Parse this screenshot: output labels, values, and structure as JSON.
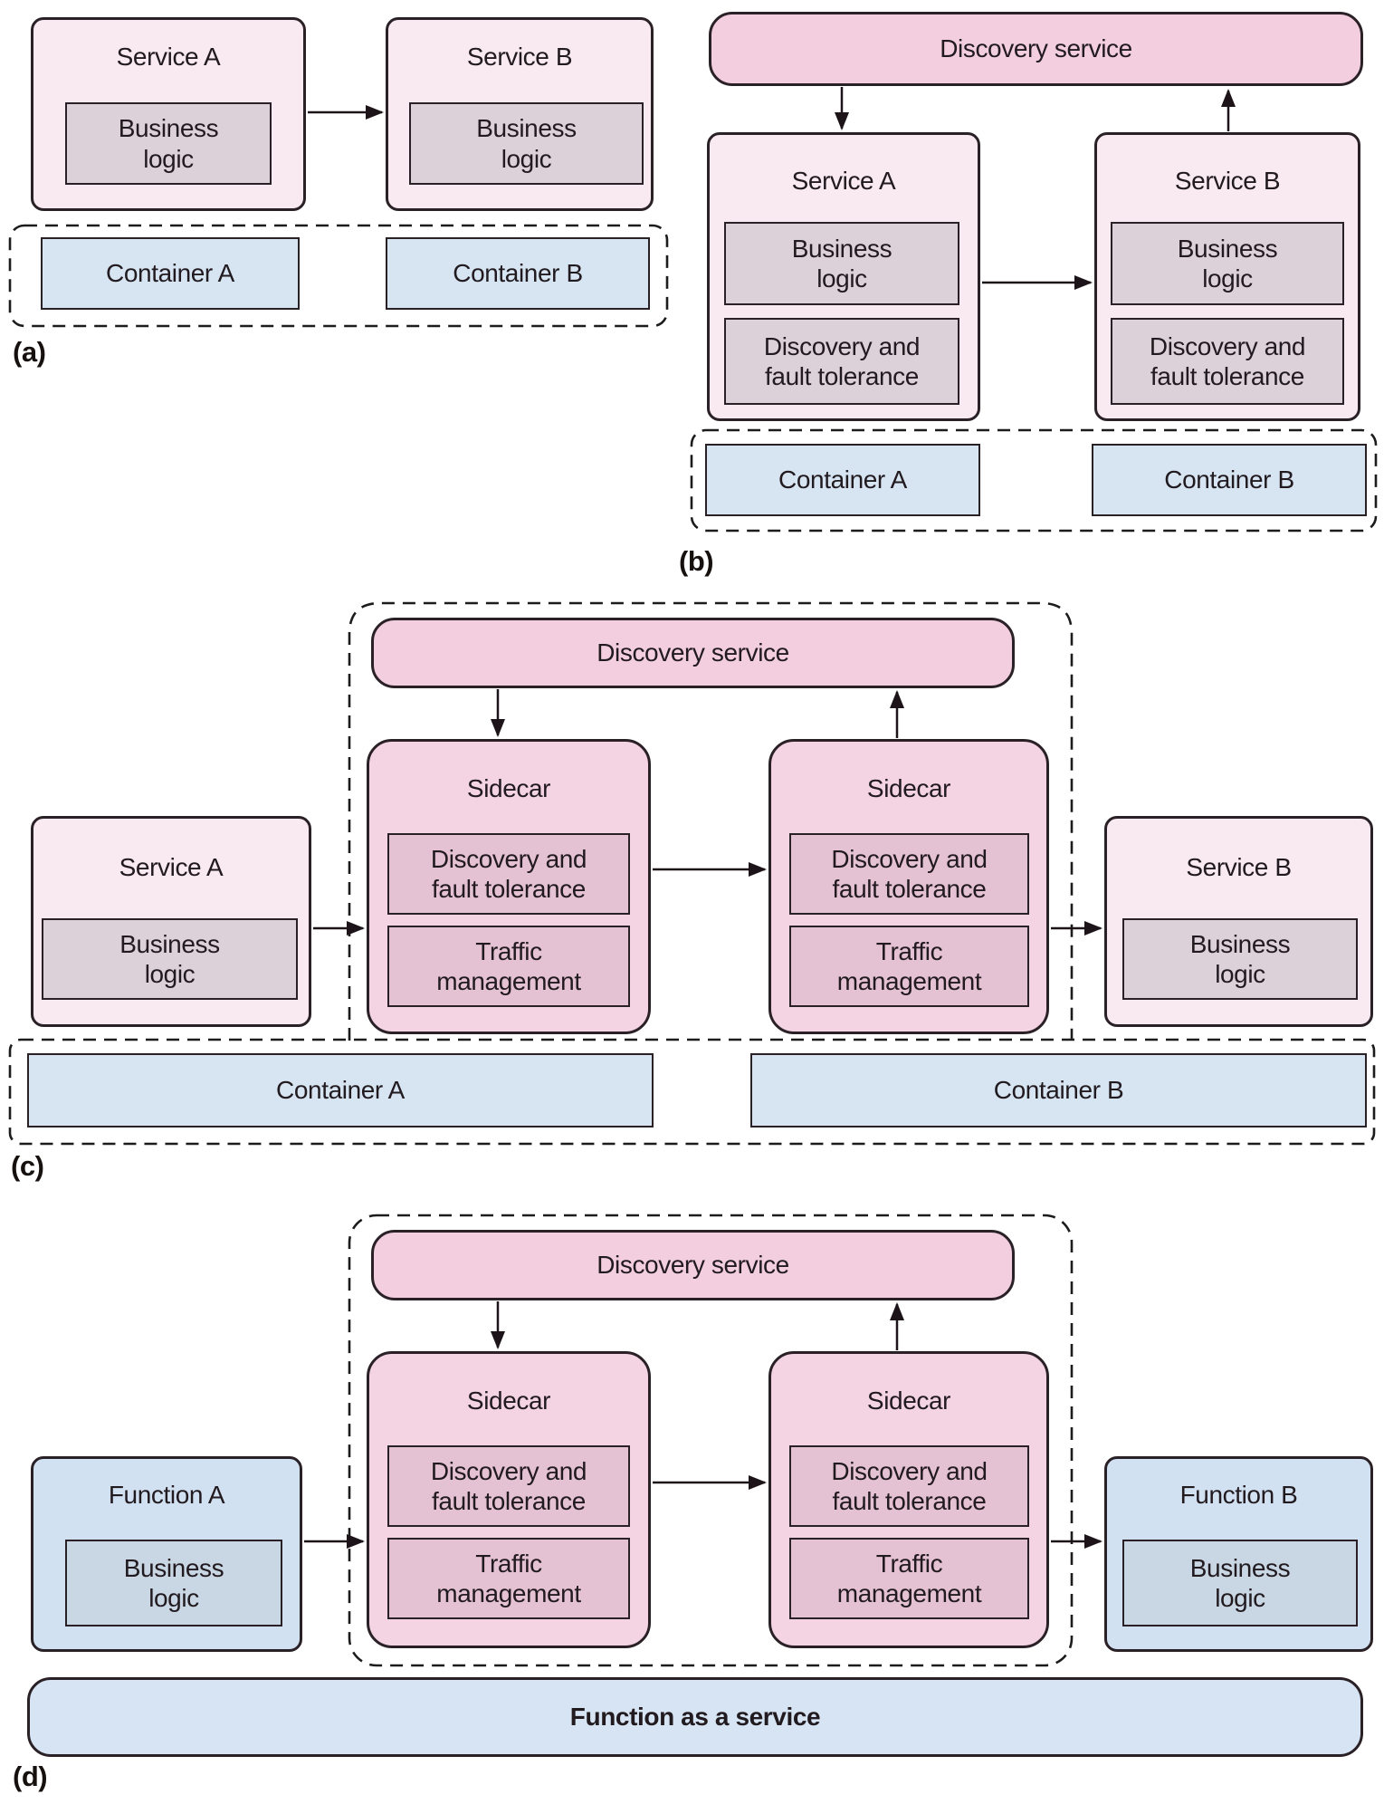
{
  "colors": {
    "service_fill": "#f9e9f1",
    "service_inner_fill": "#ddd1d9",
    "discovery_bar_fill": "#f3cede",
    "sidecar_fill": "#f4d4e2",
    "sidecar_inner_fill": "#e4c1d3",
    "container_fill": "#d7e4f2",
    "function_fill": "#d2e1f1",
    "function_inner_fill": "#c9d6e3",
    "faas_fill": "#d7e4f3",
    "border": "#2a2127"
  },
  "panel_a": {
    "label": "(a)",
    "service_a": {
      "title": "Service A",
      "business_logic": "Business\nlogic"
    },
    "service_b": {
      "title": "Service B",
      "business_logic": "Business\nlogic"
    },
    "container_a": "Container A",
    "container_b": "Container B"
  },
  "panel_b": {
    "label": "(b)",
    "discovery_service": "Discovery service",
    "service_a": {
      "title": "Service A",
      "business_logic": "Business\nlogic",
      "discovery_fault": "Discovery and\nfault tolerance"
    },
    "service_b": {
      "title": "Service B",
      "business_logic": "Business\nlogic",
      "discovery_fault": "Discovery and\nfault tolerance"
    },
    "container_a": "Container A",
    "container_b": "Container B"
  },
  "panel_c": {
    "label": "(c)",
    "discovery_service": "Discovery service",
    "service_a": {
      "title": "Service A",
      "business_logic": "Business\nlogic"
    },
    "sidecar_1": {
      "title": "Sidecar",
      "discovery_fault": "Discovery and\nfault tolerance",
      "traffic": "Traffic\nmanagement"
    },
    "sidecar_2": {
      "title": "Sidecar",
      "discovery_fault": "Discovery and\nfault tolerance",
      "traffic": "Traffic\nmanagement"
    },
    "service_b": {
      "title": "Service B",
      "business_logic": "Business\nlogic"
    },
    "container_a": "Container A",
    "container_b": "Container B"
  },
  "panel_d": {
    "label": "(d)",
    "discovery_service": "Discovery service",
    "function_a": {
      "title": "Function A",
      "business_logic": "Business\nlogic"
    },
    "sidecar_1": {
      "title": "Sidecar",
      "discovery_fault": "Discovery and\nfault tolerance",
      "traffic": "Traffic\nmanagement"
    },
    "sidecar_2": {
      "title": "Sidecar",
      "discovery_fault": "Discovery and\nfault tolerance",
      "traffic": "Traffic\nmanagement"
    },
    "function_b": {
      "title": "Function B",
      "business_logic": "Business\nlogic"
    },
    "faas": "Function as a service"
  }
}
